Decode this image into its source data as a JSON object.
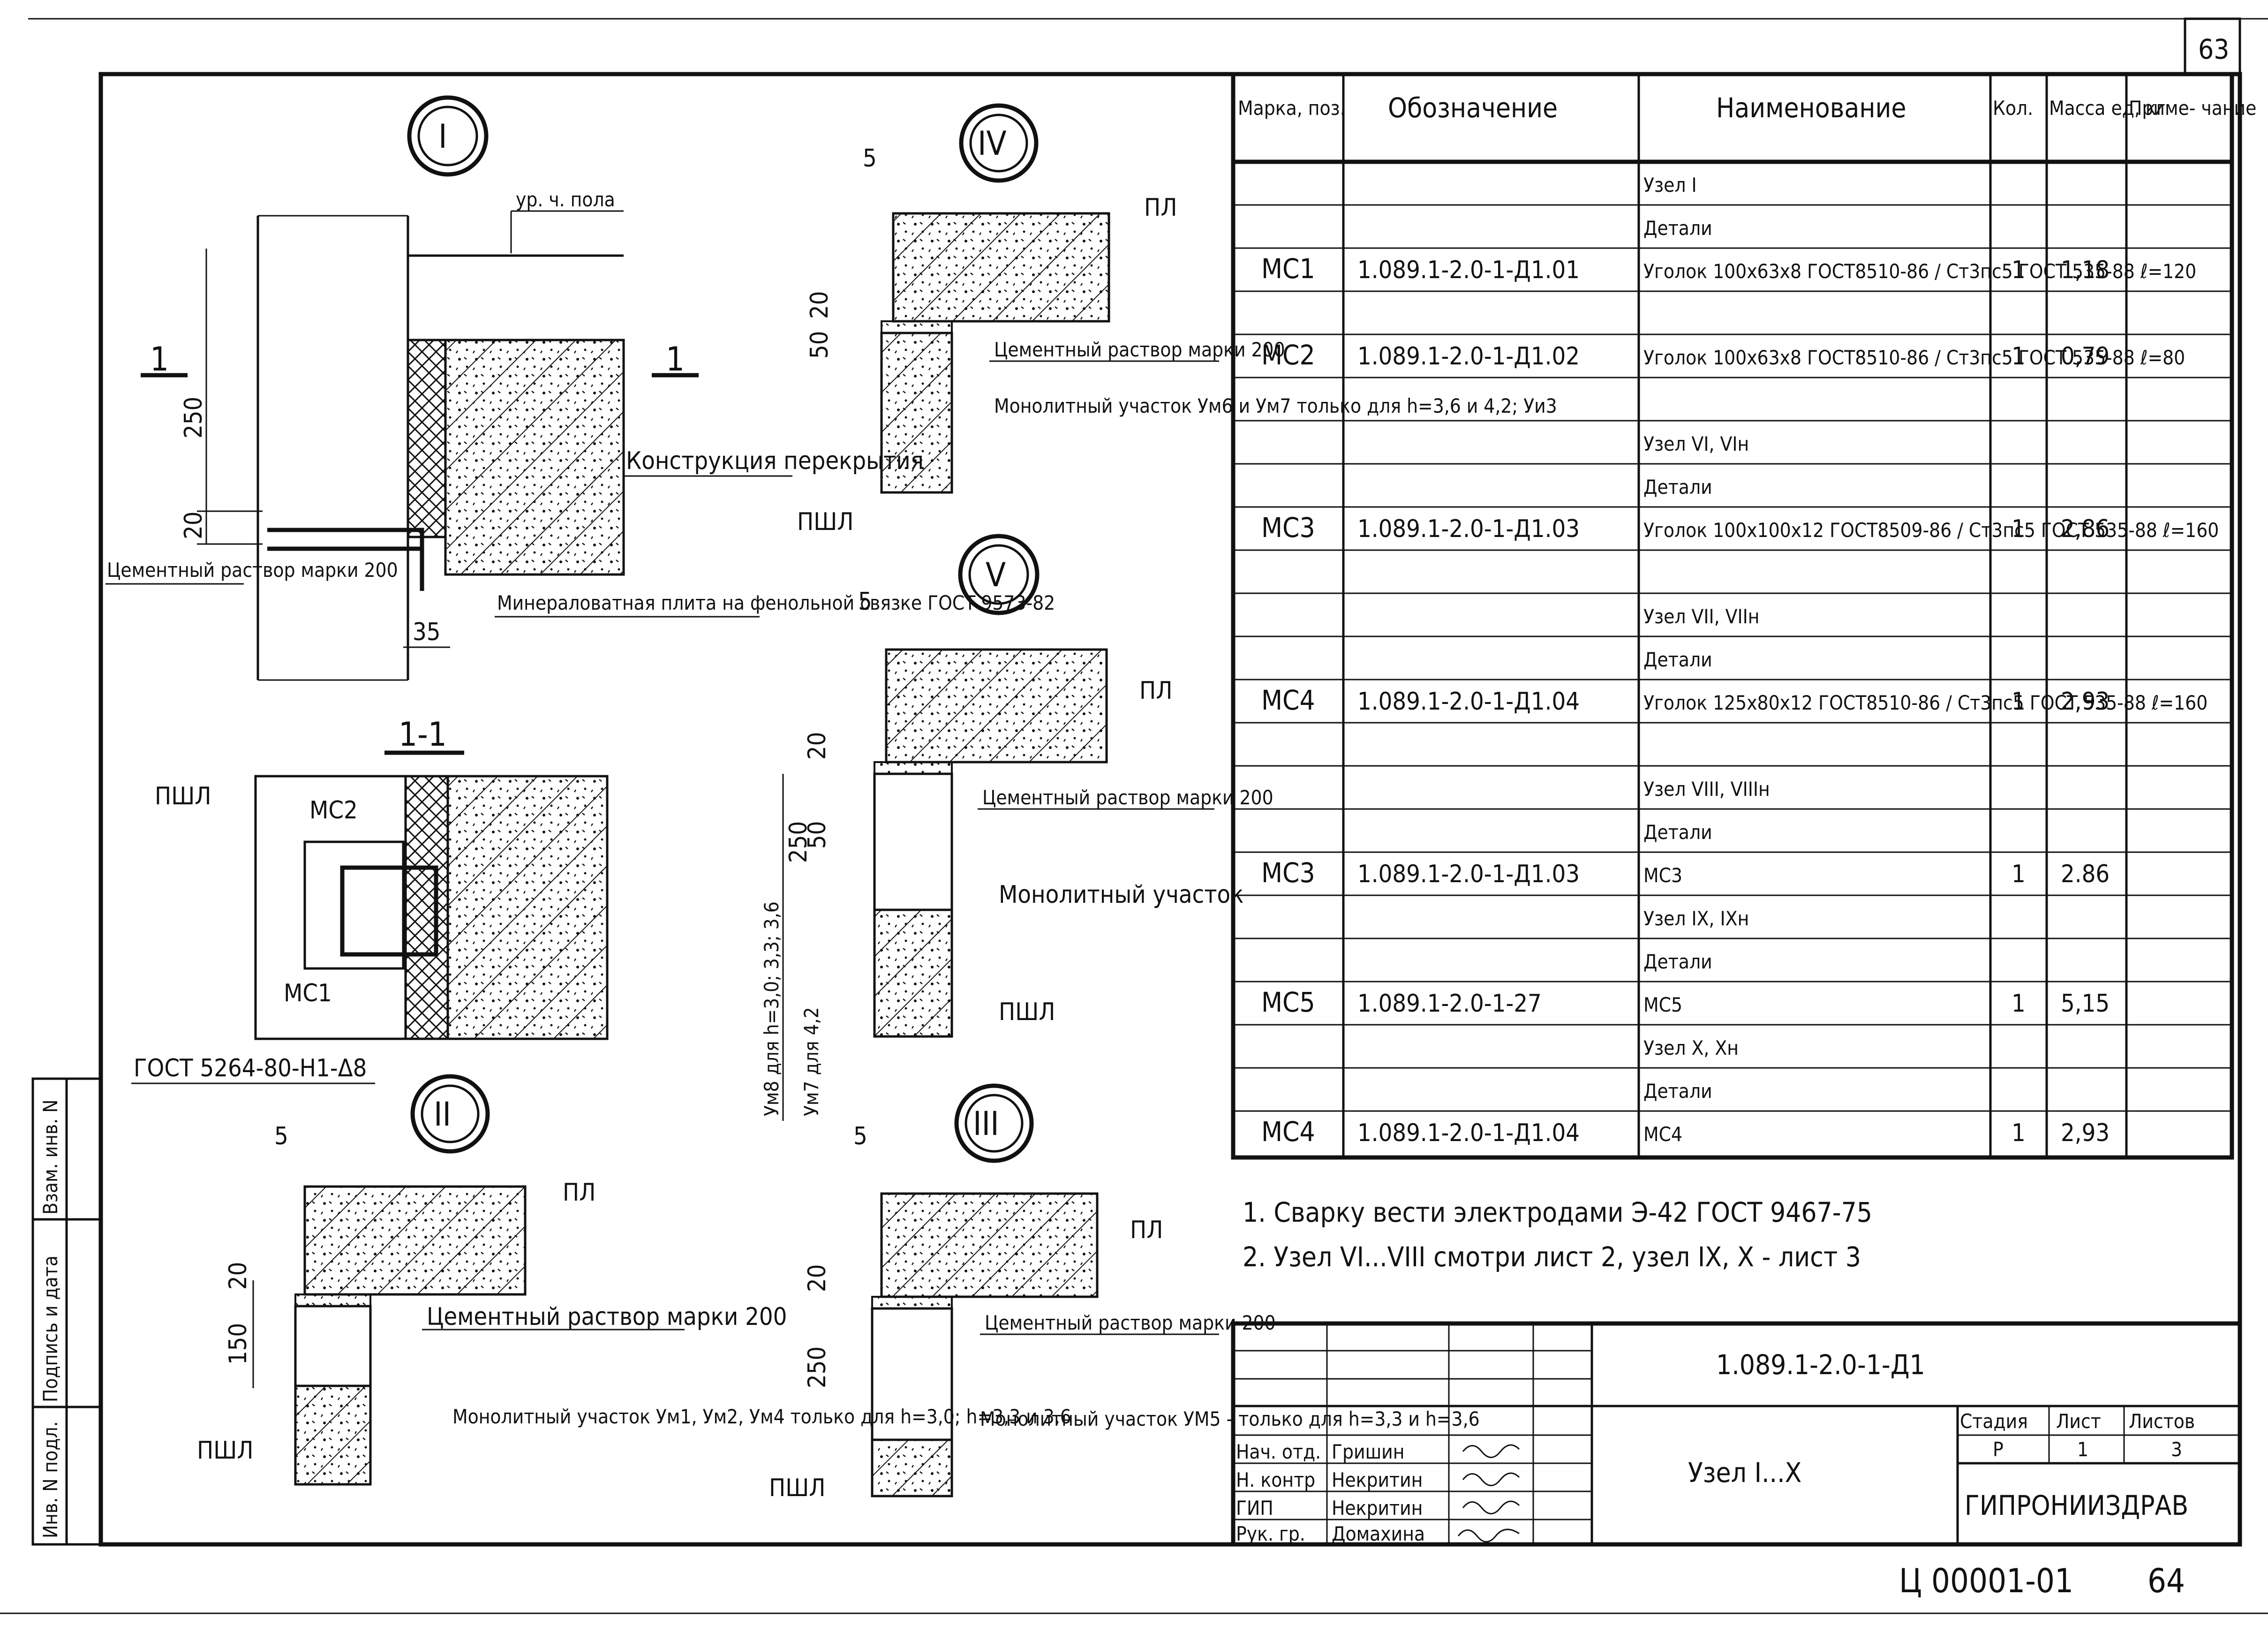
{
  "sheet": {
    "corner_number": "63",
    "bottom_code": "Ц 00001-01",
    "bottom_page": "64"
  },
  "side_labels": {
    "inv_podl": "Инв. N подл.",
    "podpis": "Подпись и дата",
    "vzam": "Взам. инв. N"
  },
  "table": {
    "headers": [
      "Марка, поз.",
      "Обозначение",
      "Наименование",
      "Кол.",
      "Масса ед, кг",
      "Приме- чание"
    ],
    "rows": [
      {
        "mark": "",
        "code": "",
        "name": "Узел I",
        "qty": "",
        "mass": ""
      },
      {
        "mark": "",
        "code": "",
        "name": "Детали",
        "qty": "",
        "mass": ""
      },
      {
        "mark": "МС1",
        "code": "1.089.1-2.0-1-Д1.01",
        "name": "Уголок 100х63х8 ГОСТ8510-86 / Ст3пс5 ГОСТ 535-88 ℓ=120",
        "qty": "1",
        "mass": "1,18"
      },
      {
        "mark": "",
        "code": "",
        "name": "",
        "qty": "",
        "mass": ""
      },
      {
        "mark": "МС2",
        "code": "1.089.1-2.0-1-Д1.02",
        "name": "Уголок 100х63х8 ГОСТ8510-86 / Ст3пс5 ГОСТ 535-88 ℓ=80",
        "qty": "1",
        "mass": "0,79"
      },
      {
        "mark": "",
        "code": "",
        "name": "",
        "qty": "",
        "mass": ""
      },
      {
        "mark": "",
        "code": "",
        "name": "Узел VI, VIн",
        "qty": "",
        "mass": ""
      },
      {
        "mark": "",
        "code": "",
        "name": "Детали",
        "qty": "",
        "mass": ""
      },
      {
        "mark": "МС3",
        "code": "1.089.1-2.0-1-Д1.03",
        "name": "Уголок 100х100х12 ГОСТ8509-86 / Ст3пс5 ГОСТ 535-88 ℓ=160",
        "qty": "1",
        "mass": "2,86"
      },
      {
        "mark": "",
        "code": "",
        "name": "",
        "qty": "",
        "mass": ""
      },
      {
        "mark": "",
        "code": "",
        "name": "Узел VII, VIIн",
        "qty": "",
        "mass": ""
      },
      {
        "mark": "",
        "code": "",
        "name": "Детали",
        "qty": "",
        "mass": ""
      },
      {
        "mark": "МС4",
        "code": "1.089.1-2.0-1-Д1.04",
        "name": "Уголок 125х80х12 ГОСТ8510-86 / Ст3пс5 ГОСТ 535-88 ℓ=160",
        "qty": "1",
        "mass": "2,93"
      },
      {
        "mark": "",
        "code": "",
        "name": "",
        "qty": "",
        "mass": ""
      },
      {
        "mark": "",
        "code": "",
        "name": "Узел VIII, VIIIн",
        "qty": "",
        "mass": ""
      },
      {
        "mark": "",
        "code": "",
        "name": "Детали",
        "qty": "",
        "mass": ""
      },
      {
        "mark": "МС3",
        "code": "1.089.1-2.0-1-Д1.03",
        "name": "МС3",
        "qty": "1",
        "mass": "2.86"
      },
      {
        "mark": "",
        "code": "",
        "name": "Узел IX, IXн",
        "qty": "",
        "mass": ""
      },
      {
        "mark": "",
        "code": "",
        "name": "Детали",
        "qty": "",
        "mass": ""
      },
      {
        "mark": "МС5",
        "code": "1.089.1-2.0-1-27",
        "name": "МС5",
        "qty": "1",
        "mass": "5,15"
      },
      {
        "mark": "",
        "code": "",
        "name": "Узел X, Xн",
        "qty": "",
        "mass": ""
      },
      {
        "mark": "",
        "code": "",
        "name": "Детали",
        "qty": "",
        "mass": ""
      },
      {
        "mark": "МС4",
        "code": "1.089.1-2.0-1-Д1.04",
        "name": "МС4",
        "qty": "1",
        "mass": "2,93"
      }
    ]
  },
  "notes": [
    "1. Сварку вести электродами Э-42 ГОСТ 9467-75",
    "2. Узел VI...VIII смотри лист 2, узел IX, X - лист 3"
  ],
  "title_block": {
    "doc_code": "1.089.1-2.0-1-Д1",
    "title": "Узел I...X",
    "stage_label": "Стадия",
    "stage": "Р",
    "sheet_label": "Лист",
    "sheet": "1",
    "sheets_label": "Листов",
    "sheets": "3",
    "org": "ГИПРОНИИЗДРАВ",
    "people": [
      {
        "role": "Нач. отд.",
        "name": "Гришин"
      },
      {
        "role": "Н. контр",
        "name": "Некритин"
      },
      {
        "role": "ГИП",
        "name": "Некритин"
      },
      {
        "role": "Рук. гр.",
        "name": "Домахина"
      }
    ]
  },
  "drawing": {
    "node1": {
      "marker": "I",
      "floor": "ур. ч. пола",
      "dim_250": "250",
      "dim_20": "20",
      "dim_35": "35",
      "section": "1",
      "construction": "Конструкция перекрытия",
      "mortar": "Цементный раствор марки 200",
      "wool": "Минераловатная плита на фенольной связке ГОСТ 9573-82"
    },
    "section11": {
      "title": "1-1",
      "pshl": "ПШЛ",
      "mc2": "МС2",
      "mc1": "МС1",
      "gost": "ГОСТ 5264-80-Н1-Δ8"
    },
    "node2": {
      "marker": "II",
      "dim5": "5",
      "dim20": "20",
      "dim150": "150",
      "pl": "ПЛ",
      "pshl": "ПШЛ",
      "mortar": "Цементный раствор марки 200",
      "monolith": "Монолитный участок Ум1, Ум2, Ум4 только для h=3,0; h=3,3 и 3,6"
    },
    "node3": {
      "marker": "III",
      "dim5": "5",
      "dim20": "20",
      "dim250": "250",
      "pl": "ПЛ",
      "pshl": "ПШЛ",
      "mortar": "Цементный раствор марки 200",
      "monolith": "Монолитный участок УМ5 - только для h=3,3 и h=3,6"
    },
    "node4": {
      "marker": "IV",
      "dim5": "5",
      "dim20": "20",
      "dim50": "50",
      "pl": "ПЛ",
      "pshl": "ПШЛ",
      "mortar": "Цементный раствор марки 200",
      "monolith": "Монолитный участок Ум6 и Ум7 только для h=3,6 и 4,2; Уи3"
    },
    "node5": {
      "marker": "V",
      "dim5": "5",
      "dim20": "20",
      "dim50": "50",
      "dim250": "250",
      "pl": "ПЛ",
      "pshl": "ПШЛ",
      "mortar": "Цементный раствор марки 200",
      "monolith": "Монолитный участок",
      "side": "Ум8 для h=3,0; 3,3; 3,6",
      "side2": "Ум7 для 4,2"
    }
  }
}
